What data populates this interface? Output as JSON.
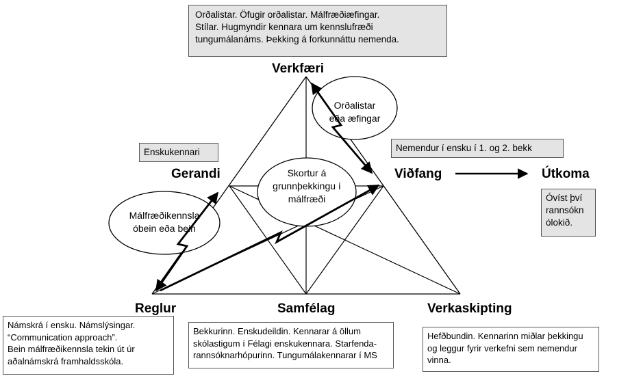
{
  "nodes": {
    "tools": "Verkfæri",
    "subject": "Gerandi",
    "object": "Viðfang",
    "outcome": "Útkoma",
    "rules": "Reglur",
    "community": "Samfélag",
    "division": "Verkaskipting"
  },
  "boxes": {
    "tools_desc": [
      "Orðalistar. Öfugir orðalistar. Málfræðiæfingar.",
      "Stílar. Hugmyndir kennara um kennslufræði",
      "tungumálanáms. Þekking á forkunnáttu nemenda."
    ],
    "subject_desc": "Enskukennari",
    "object_desc": "Nemendur í ensku í 1. og 2. bekk",
    "outcome_desc": [
      "Óvíst því",
      "rannsókn",
      "ólokið."
    ],
    "rules_desc": [
      "Námskrá í ensku. Námslýsingar.",
      "“Communication approach”.",
      "Bein málfræðikennsla tekin út úr",
      "aðalnámskrá framhaldsskóla."
    ],
    "community_desc": [
      "Bekkurinn. Enskudeildin. Kennarar á öllum",
      "skólastigum í Félagi enskukennara. Starfenda-",
      "rannsóknarhópurinn. Tungumálakennarar í MS"
    ],
    "division_desc": [
      "Hefðbundin. Kennarinn miðlar þekkingu",
      "og leggur fyrir verkefni sem nemendur",
      "vinna."
    ]
  },
  "ellipses": {
    "tools_object": [
      "Orðalistar",
      "eða æfingar"
    ],
    "knowledge_gap": [
      "Skortur á",
      "grunnþekkingu í",
      "málfræði"
    ],
    "grammar": [
      "Málfræðikennsla",
      "óbein eða bein"
    ]
  }
}
